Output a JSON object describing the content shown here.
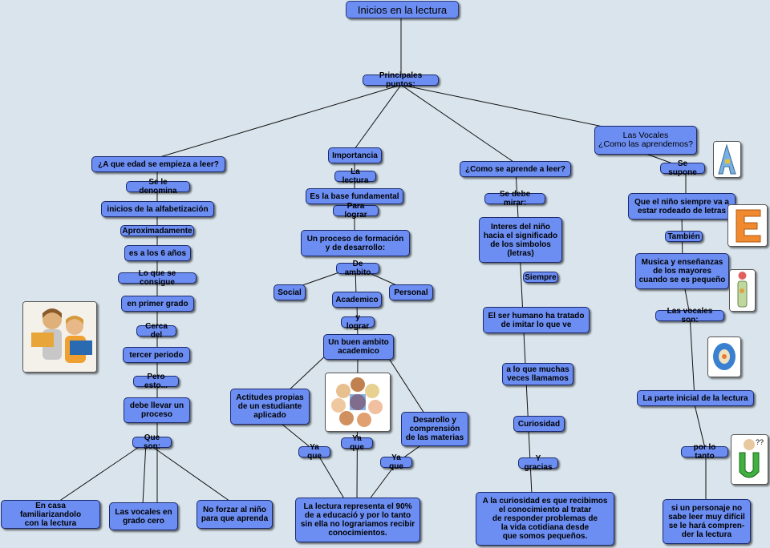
{
  "title": "Inicios en la lectura",
  "hub": "Principales puntos:",
  "col1": {
    "question": "¿A que edad se empieza  a leer?",
    "n1": "Se le denomina",
    "n2": "inicios de la alfabetización",
    "n3": "Aproximadamente",
    "n4": "es a los 6 años",
    "n5": "Lo que se consigue",
    "n6": "en primer grado",
    "n7": "Cerca del",
    "n8": "tercer periodo",
    "n9": "Pero esto...",
    "n10": "debe llevar un\nproceso",
    "n11": "Que son:",
    "leaf1": "En casa familiarizandolo\ncon la lectura",
    "leaf2": "Las vocales en\ngrado cero",
    "leaf3": "No forzar al niño\npara que aprenda"
  },
  "col2": {
    "n1": "Importancia",
    "n2": "La lectura",
    "n3": "Es la base fundamental",
    "n4": "Para lograr",
    "n5": "Un proceso de formación\ny de desarrollo:",
    "n6": "De ambito",
    "social": "Social",
    "academico": "Academico",
    "personal": "Personal",
    "n7": "y lograr",
    "n8": "Un buen ambito\nacademico",
    "left": "Actitudes propias\nde un estudiante\naplicado",
    "right": "Desarollo y\ncomprensión\nde las materias",
    "ya1": "Ya que",
    "ya2": "Ya que",
    "ya3": "Ya que",
    "bottom": "La lectura representa el 90%\nde a educació y por lo tanto\nsin ella no lograriamos recibir\nconocimientos."
  },
  "col3": {
    "question": "¿Como se aprende a leer?",
    "n1": "Se debe mirar:",
    "n2": "Interes del niño\nhacia el significado\nde los simbolos\n(letras)",
    "n3": "Siempre",
    "n4": "El ser humano ha tratado\nde imitar lo que ve",
    "n5": "a lo que muchas\nveces llamamos",
    "n6": "Curiosidad",
    "n7": "Y gracias",
    "bottom": "A la curiosidad es que recibimos\nel conocimiento al tratar\nde responder problemas de\nla vida cotidiana desde\nque somos pequeños."
  },
  "col4": {
    "question": "Las Vocales\n¿Como las aprendemos?",
    "n1": "Se supone",
    "n2": "Que el niño siempre va a\nestar rodeado de letras",
    "n3": "También",
    "n4": "Musica y enseñanzas\nde los mayores\ncuando se es pequeño",
    "n5": "Las vocales son:",
    "n6": "La parte inicial de la lectura",
    "n7": "por lo tanto",
    "bottom": "si un personaje no\nsabe leer muy difícil\nse le hará compren-\nder la lectura"
  },
  "images": {
    "kids_reading": "children-reading-books",
    "kids_circle": "children-in-circle",
    "letter_a": "letter-a",
    "letter_e": "letter-e",
    "letter_i": "letter-i",
    "letter_o": "letter-o",
    "letter_u": "letter-u"
  },
  "colors": {
    "node": "#6c8ef2",
    "border": "#1b2a6e",
    "background": "#d9e4ec",
    "line": "#000000"
  }
}
